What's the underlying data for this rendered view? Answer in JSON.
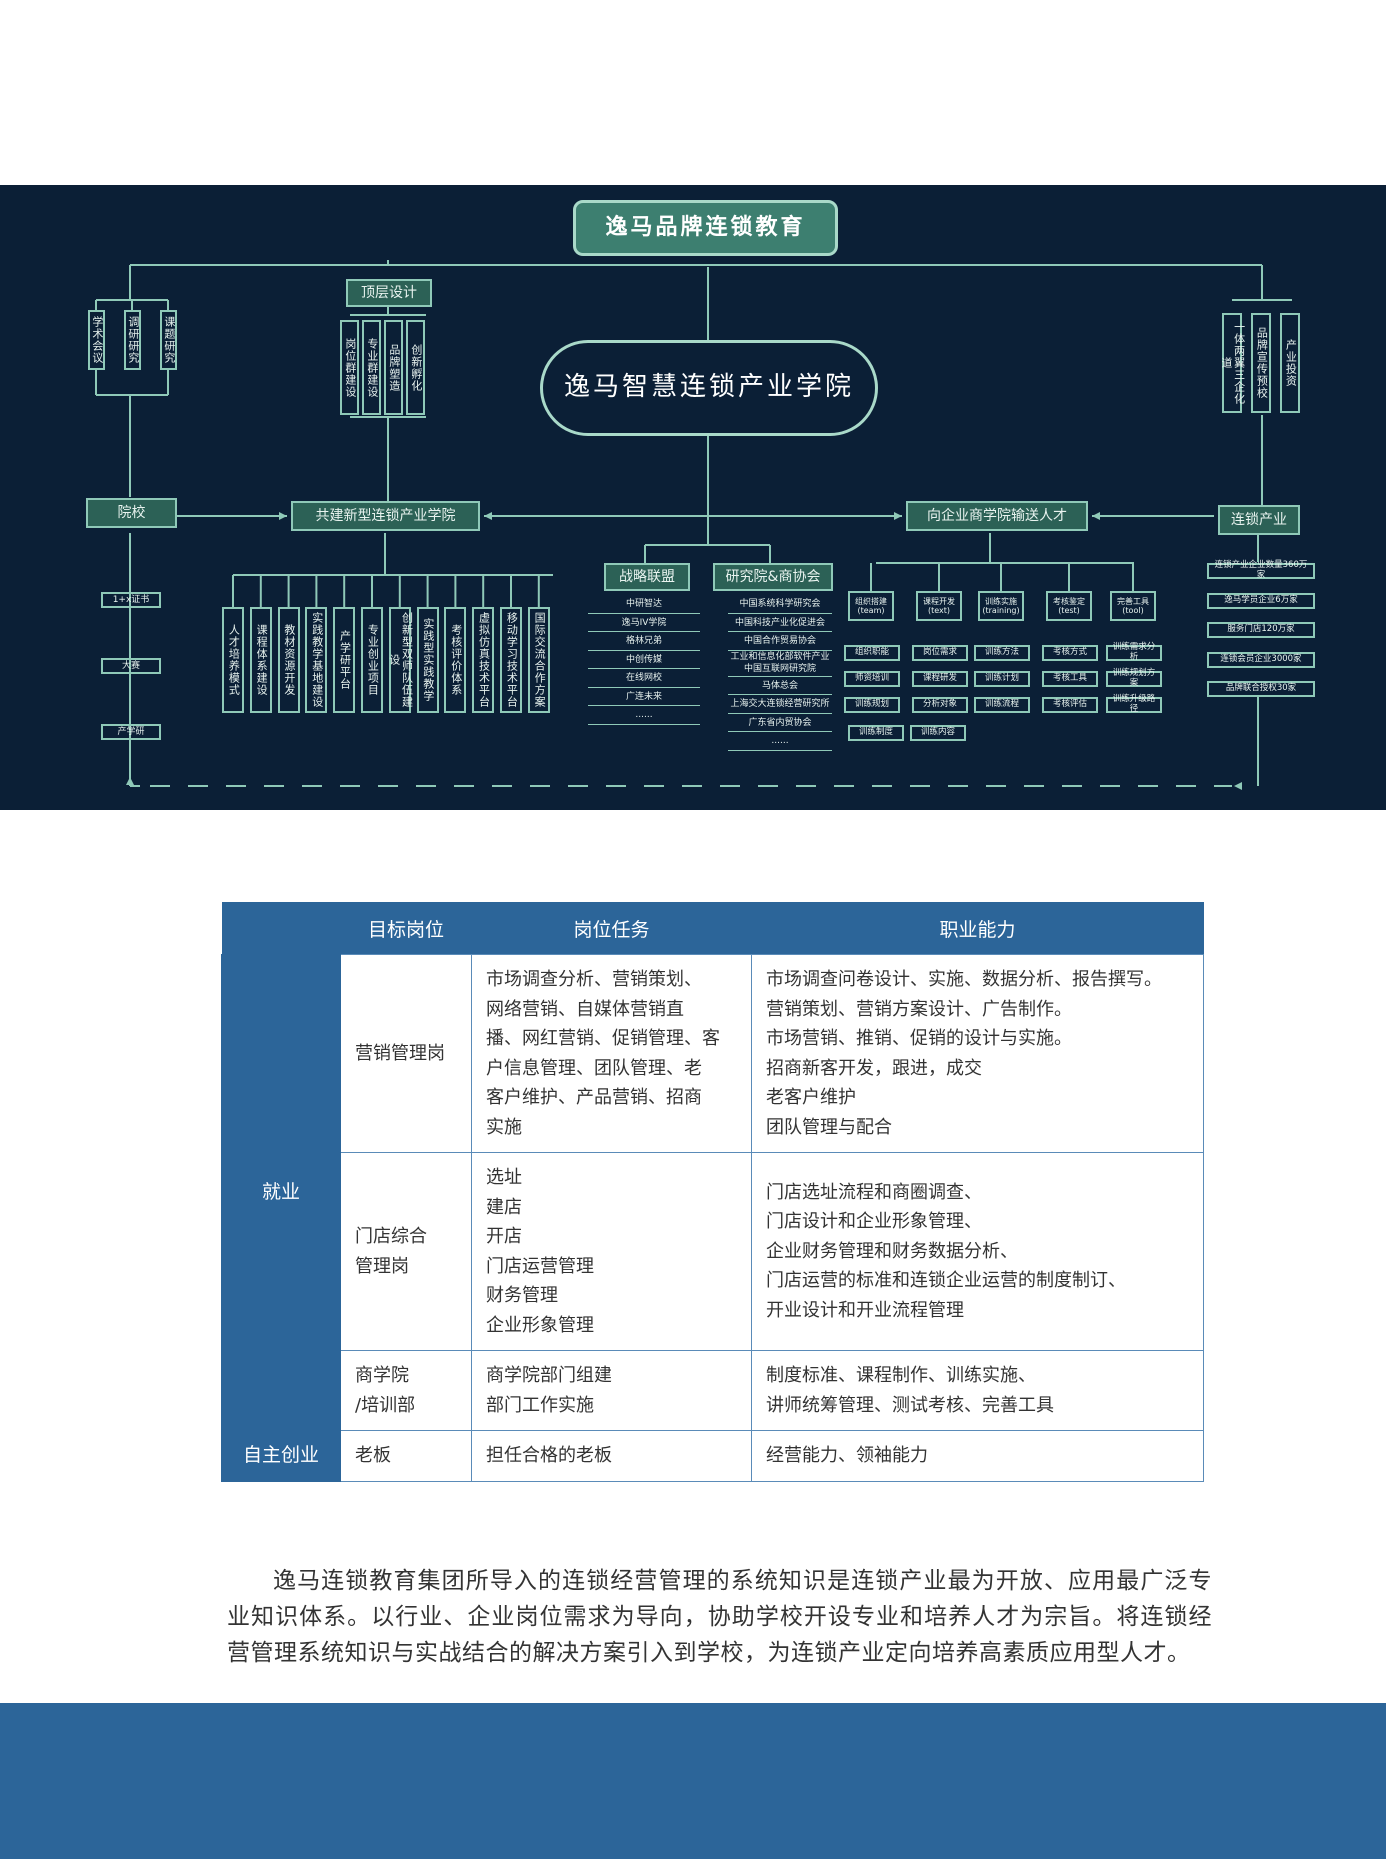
{
  "diagram": {
    "title": "逸马品牌连锁教育",
    "center": "逸马智慧连锁产业学院",
    "top_design": "顶层设计",
    "top_design_items": [
      "岗位群建设",
      "专业群建设",
      "品牌塑造",
      "创新孵化"
    ],
    "left_research": [
      "学术会议",
      "调研研究",
      "课题研究"
    ],
    "right_industry": [
      "一体两翼三企化道",
      "品牌宣传预校",
      "产业投资"
    ],
    "college": "院校",
    "college_items": [
      "1+x证书",
      "大赛",
      "产学研"
    ],
    "co_build": "共建新型连锁产业学院",
    "co_build_items": [
      "人才培养模式",
      "课程体系建设",
      "教材资源开发",
      "实践教学基地建设",
      "产学研平台",
      "专业创业项目",
      "创新型双师队伍建设",
      "实践型实践教学",
      "考核评价体系",
      "虚拟仿真技术平台",
      "移动学习技术平台",
      "国际交流合作方案"
    ],
    "alliance": "战略联盟",
    "alliance_items": [
      "中研智达",
      "逸马IV学院",
      "格林兄弟",
      "中创传媒",
      "在线网校",
      "广连未来",
      "......"
    ],
    "institute": "研究院&商协会",
    "institute_items": [
      "中国系统科学研究会",
      "中国科技产业化促进会",
      "中国合作贸易协会",
      "工业和信息化部软件产业中国互联网研究院",
      "马体总会",
      "上海交大连锁经营研究所",
      "广东省内贸协会",
      "......"
    ],
    "talent": "向企业商学院输送人才",
    "talent_cols": [
      {
        "head": "组织搭建(team)",
        "items": [
          "组织职能",
          "师资培训",
          "训练规划",
          "训练制度"
        ]
      },
      {
        "head": "课程开发(text)",
        "items": [
          "岗位需求",
          "课程研发",
          "分析对象",
          "训练内容"
        ]
      },
      {
        "head": "训练实施(training)",
        "items": [
          "训练方法",
          "训练计划",
          "训练流程"
        ]
      },
      {
        "head": "考核鉴定(test)",
        "items": [
          "考核方式",
          "考核工具",
          "考核评估"
        ]
      },
      {
        "head": "完善工具(tool)",
        "items": [
          "训练需求分析",
          "训练规划方案",
          "训练升级路径"
        ]
      }
    ],
    "chain": "连锁产业",
    "chain_items": [
      "连锁产业企业数量360万家",
      "逸马学员企业6万家",
      "服务门店120万家",
      "连锁会员企业3000家",
      "品牌联合授权30家"
    ]
  },
  "table": {
    "headers": [
      "目标岗位",
      "岗位任务",
      "职业能力"
    ],
    "categories": [
      "就业",
      "自主创业"
    ],
    "rows": [
      {
        "position": "营销管理岗",
        "tasks": [
          "市场调查分析、营销策划、",
          "网络营销、自媒体营销直",
          "播、网红营销、促销管理、客",
          "户信息管理、团队管理、老",
          "客户维护、产品营销、招商",
          "实施"
        ],
        "abilities": [
          "市场调查问卷设计、实施、数据分析、报告撰写。",
          "营销策划、营销方案设计、广告制作。",
          "市场营销、推销、促销的设计与实施。",
          "招商新客开发，跟进，成交",
          "老客户维护",
          "团队管理与配合"
        ]
      },
      {
        "position_lines": [
          "门店综合",
          "管理岗"
        ],
        "tasks": [
          "选址",
          "建店",
          "开店",
          "门店运营管理",
          "财务管理",
          "企业形象管理"
        ],
        "abilities": [
          "门店选址流程和商圈调查、",
          "门店设计和企业形象管理、",
          "企业财务管理和财务数据分析、",
          "门店运营的标准和连锁企业运营的制度制订、",
          "开业设计和开业流程管理"
        ]
      },
      {
        "position_lines": [
          "商学院",
          "/培训部"
        ],
        "tasks": [
          "商学院部门组建",
          "部门工作实施"
        ],
        "abilities": [
          "制度标准、课程制作、训练实施、",
          "讲师统筹管理、测试考核、完善工具"
        ]
      },
      {
        "position": "老板",
        "tasks": [
          "担任合格的老板"
        ],
        "abilities": [
          "经营能力、领袖能力"
        ]
      }
    ]
  },
  "paragraph": "逸马连锁教育集团所导入的连锁经营管理的系统知识是连锁产业最为开放、应用最广泛专业知识体系。以行业、企业岗位需求为导向，协助学校开设专业和培养人才为宗旨。将连锁经营管理系统知识与实战结合的解决方案引入到学校，为连锁产业定向培养高素质应用型人才。",
  "colors": {
    "diagram_bg": "#0b1f36",
    "line": "#8fc9b8",
    "accent_blue": "#2c6599"
  }
}
